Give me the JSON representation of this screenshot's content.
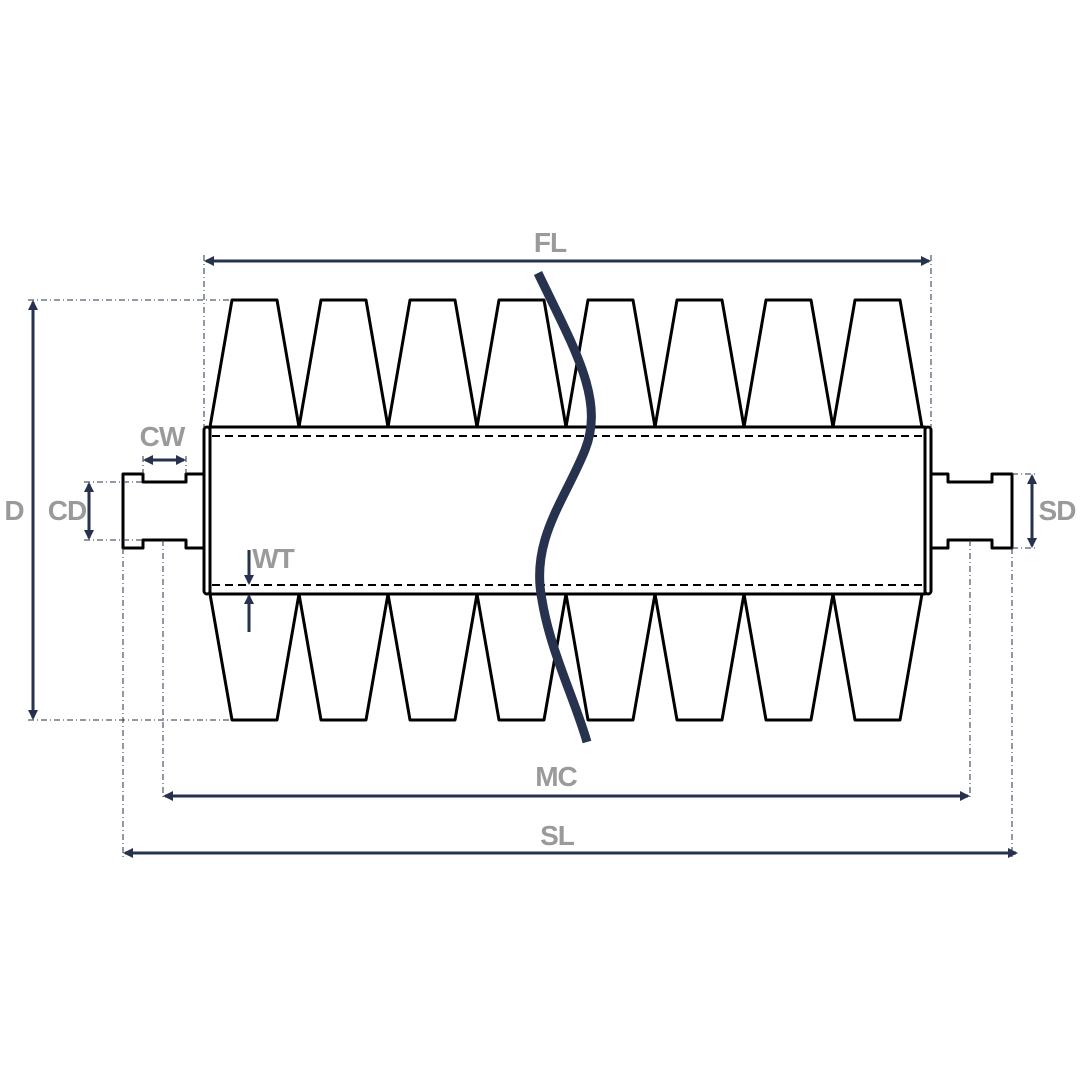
{
  "diagram": {
    "labels": {
      "fl": "FL",
      "d": "D",
      "cw": "CW",
      "cd": "CD",
      "wt": "WT",
      "sd": "SD",
      "mc": "MC",
      "sl": "SL"
    },
    "colors": {
      "dimension": "#27324f",
      "label": "#9a9a9a",
      "outline": "#000000"
    },
    "fin_count_per_side": 8
  }
}
